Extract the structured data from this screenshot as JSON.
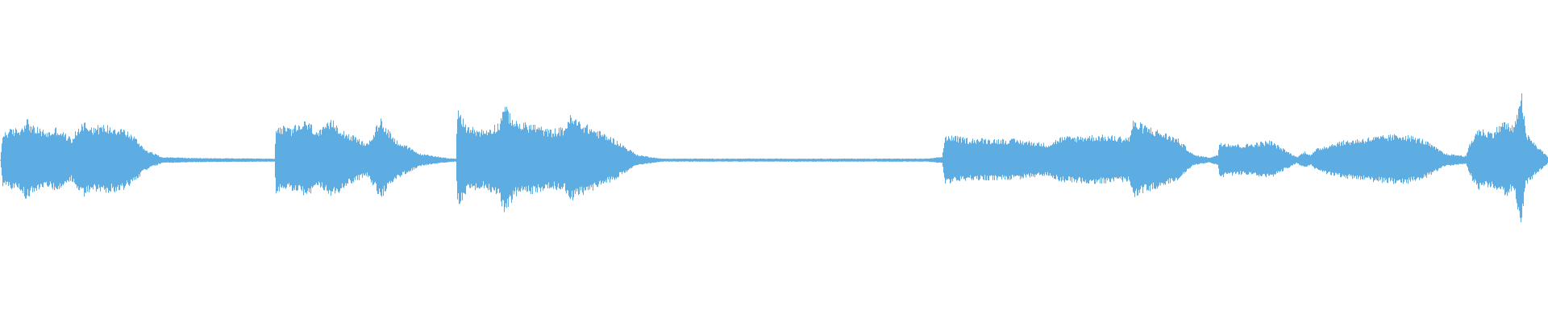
{
  "waveform": {
    "color": "#5dade2",
    "background": "#ffffff",
    "duration_units": 1920,
    "amplitude_scale": 1.0,
    "envelope": [
      {
        "t": 0,
        "a": 0.0
      },
      {
        "t": 3,
        "a": 0.5
      },
      {
        "t": 10,
        "a": 0.55
      },
      {
        "t": 26,
        "a": 0.6
      },
      {
        "t": 32,
        "a": 0.78
      },
      {
        "t": 40,
        "a": 0.62
      },
      {
        "t": 60,
        "a": 0.52
      },
      {
        "t": 70,
        "a": 0.6
      },
      {
        "t": 88,
        "a": 0.4
      },
      {
        "t": 98,
        "a": 0.62
      },
      {
        "t": 102,
        "a": 0.72
      },
      {
        "t": 115,
        "a": 0.62
      },
      {
        "t": 130,
        "a": 0.64
      },
      {
        "t": 150,
        "a": 0.6
      },
      {
        "t": 165,
        "a": 0.45
      },
      {
        "t": 180,
        "a": 0.2
      },
      {
        "t": 200,
        "a": 0.06
      },
      {
        "t": 240,
        "a": 0.04
      },
      {
        "t": 330,
        "a": 0.03
      },
      {
        "t": 340,
        "a": 0.03
      },
      {
        "t": 342,
        "a": 0.64
      },
      {
        "t": 360,
        "a": 0.58
      },
      {
        "t": 380,
        "a": 0.72
      },
      {
        "t": 395,
        "a": 0.52
      },
      {
        "t": 412,
        "a": 0.74
      },
      {
        "t": 428,
        "a": 0.52
      },
      {
        "t": 455,
        "a": 0.3
      },
      {
        "t": 472,
        "a": 0.76
      },
      {
        "t": 490,
        "a": 0.38
      },
      {
        "t": 520,
        "a": 0.12
      },
      {
        "t": 555,
        "a": 0.04
      },
      {
        "t": 565,
        "a": 0.03
      },
      {
        "t": 567,
        "a": 0.9
      },
      {
        "t": 580,
        "a": 0.62
      },
      {
        "t": 600,
        "a": 0.55
      },
      {
        "t": 620,
        "a": 0.7
      },
      {
        "t": 623,
        "a": 1.05
      },
      {
        "t": 640,
        "a": 0.7
      },
      {
        "t": 663,
        "a": 0.65
      },
      {
        "t": 680,
        "a": 0.55
      },
      {
        "t": 700,
        "a": 0.6
      },
      {
        "t": 705,
        "a": 0.82
      },
      {
        "t": 730,
        "a": 0.62
      },
      {
        "t": 760,
        "a": 0.4
      },
      {
        "t": 790,
        "a": 0.1
      },
      {
        "t": 820,
        "a": 0.03
      },
      {
        "t": 1150,
        "a": 0.03
      },
      {
        "t": 1168,
        "a": 0.06
      },
      {
        "t": 1172,
        "a": 0.46
      },
      {
        "t": 1200,
        "a": 0.4
      },
      {
        "t": 1260,
        "a": 0.38
      },
      {
        "t": 1300,
        "a": 0.3
      },
      {
        "t": 1315,
        "a": 0.42
      },
      {
        "t": 1360,
        "a": 0.46
      },
      {
        "t": 1400,
        "a": 0.42
      },
      {
        "t": 1405,
        "a": 0.72
      },
      {
        "t": 1430,
        "a": 0.58
      },
      {
        "t": 1460,
        "a": 0.4
      },
      {
        "t": 1480,
        "a": 0.1
      },
      {
        "t": 1500,
        "a": 0.05
      },
      {
        "t": 1510,
        "a": 0.1
      },
      {
        "t": 1512,
        "a": 0.34
      },
      {
        "t": 1540,
        "a": 0.28
      },
      {
        "t": 1575,
        "a": 0.36
      },
      {
        "t": 1590,
        "a": 0.22
      },
      {
        "t": 1608,
        "a": 0.06
      },
      {
        "t": 1618,
        "a": 0.16
      },
      {
        "t": 1625,
        "a": 0.1
      },
      {
        "t": 1634,
        "a": 0.22
      },
      {
        "t": 1660,
        "a": 0.34
      },
      {
        "t": 1700,
        "a": 0.42
      },
      {
        "t": 1740,
        "a": 0.48
      },
      {
        "t": 1765,
        "a": 0.38
      },
      {
        "t": 1792,
        "a": 0.12
      },
      {
        "t": 1818,
        "a": 0.08
      },
      {
        "t": 1822,
        "a": 0.28
      },
      {
        "t": 1832,
        "a": 0.58
      },
      {
        "t": 1850,
        "a": 0.52
      },
      {
        "t": 1865,
        "a": 0.72
      },
      {
        "t": 1878,
        "a": 0.6
      },
      {
        "t": 1886,
        "a": 1.35
      },
      {
        "t": 1892,
        "a": 0.5
      },
      {
        "t": 1905,
        "a": 0.28
      },
      {
        "t": 1920,
        "a": 0.06
      }
    ],
    "envelope_max": 1.35
  }
}
